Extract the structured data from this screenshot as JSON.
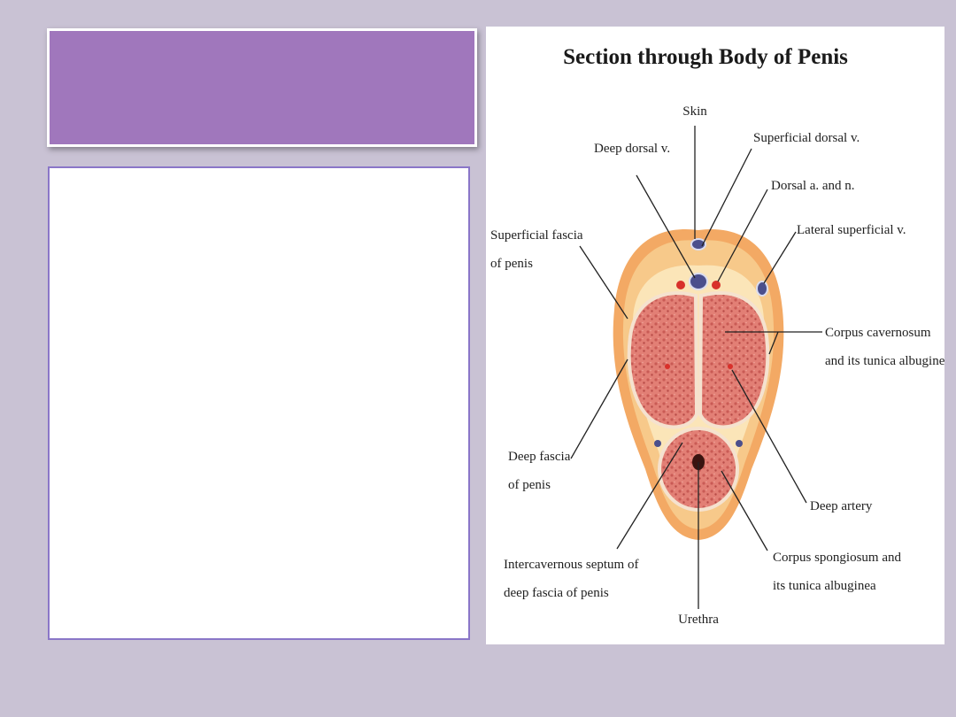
{
  "slide": {
    "title_box_text": "",
    "content_box_text": ""
  },
  "figure": {
    "title": "Section through Body of Penis",
    "labels": {
      "skin": "Skin",
      "superficial_dorsal_v": "Superficial dorsal v.",
      "deep_dorsal_v": "Deep dorsal v.",
      "dorsal_a_and_n": "Dorsal a. and n.",
      "lateral_superficial_v": "Lateral superficial v.",
      "superficial_fascia_line1": "Superficial fascia",
      "superficial_fascia_line2": "of penis",
      "corpus_cavernosum_line1": "Corpus cavernosum",
      "corpus_cavernosum_line2": "and its tunica albuginea",
      "deep_fascia_line1": "Deep fascia",
      "deep_fascia_line2": "of penis",
      "deep_artery": "Deep artery",
      "septum_line1": "Intercavernous septum of",
      "septum_line2": "deep fascia of penis",
      "corpus_spongiosum_line1": "Corpus spongiosum and",
      "corpus_spongiosum_line2": "its tunica albuginea",
      "urethra": "Urethra"
    },
    "colors": {
      "skin_outer": "#f3a964",
      "skin_inner": "#f7c98a",
      "fascia": "#fbe5b8",
      "tissue": "#e27f75",
      "tissue_dark": "#c95b55",
      "vein": "#4b4f8c",
      "artery": "#d8302a"
    }
  }
}
